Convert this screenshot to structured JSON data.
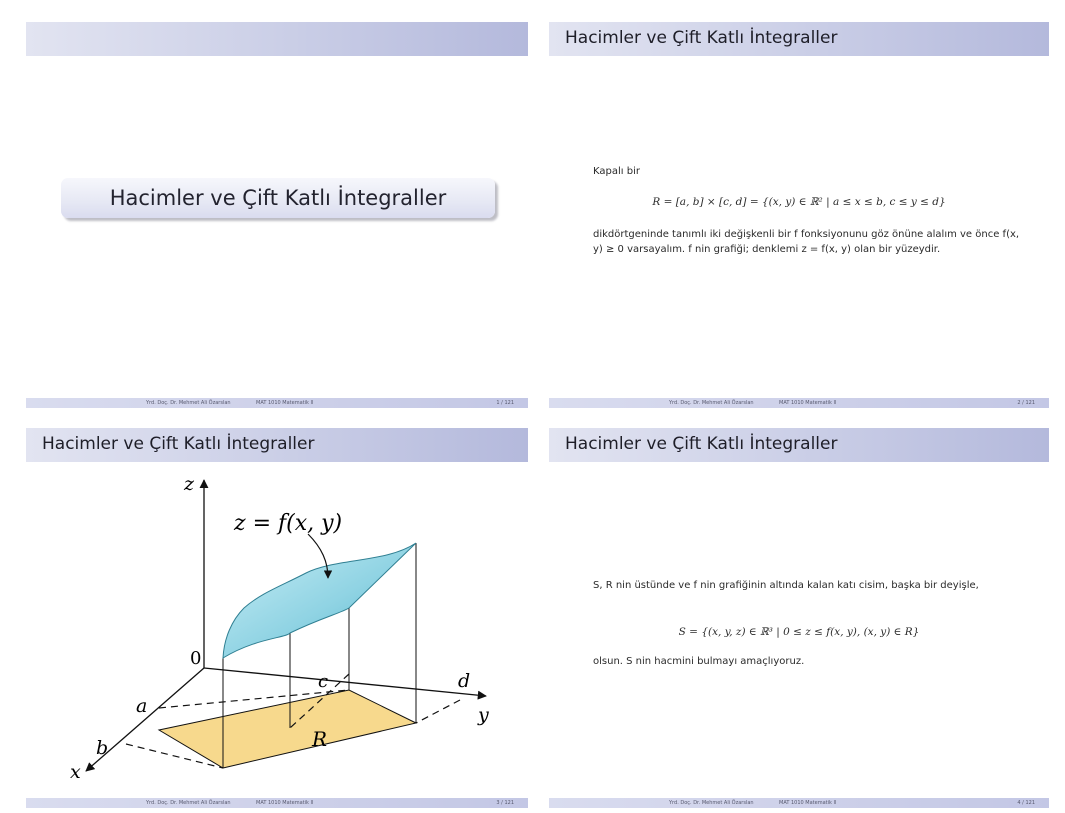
{
  "footer": {
    "author": "Yrd. Doç. Dr. Mehmet Ali Özarslan",
    "course": "MAT 1010 Matematik II"
  },
  "slides": [
    {
      "header_title": "",
      "main_title": "Hacimler ve Çift Katlı İntegraller",
      "page": "1 / 121"
    },
    {
      "header_title": "Hacimler ve Çift Katlı İntegraller",
      "intro": "Kapalı bir",
      "equation": "R = [a, b] × [c, d] = {(x, y) ∈ ℝ² | a ≤ x ≤ b, c ≤ y ≤ d}",
      "paragraph": "dikdörtgeninde tanımlı iki değişkenli bir f fonksiyonunu göz önüne alalım ve önce f(x, y) ≥ 0 varsayalım. f nin grafiği; denklemi z = f(x, y) olan bir yüzeydir.",
      "page": "2 / 121"
    },
    {
      "header_title": "Hacimler ve Çift Katlı İntegraller",
      "figure_labels": {
        "z_axis": "z",
        "y_axis": "y",
        "x_axis": "x",
        "origin": "0",
        "surface": "z = f(x, y)",
        "a": "a",
        "b": "b",
        "c": "c",
        "d": "d",
        "region": "R"
      },
      "colors": {
        "surface": "#8fd3e3",
        "region": "#f7d98d"
      },
      "page": "3 / 121"
    },
    {
      "header_title": "Hacimler ve Çift Katlı İntegraller",
      "paragraph1": "S, R nin üstünde ve f nin grafiğinin altında kalan katı cisim, başka bir deyişle,",
      "equation": "S = {(x, y, z) ∈ ℝ³ | 0 ≤ z ≤ f(x, y),  (x, y) ∈ R}",
      "paragraph2": "olsun. S nin hacmini bulmayı amaçlıyoruz.",
      "page": "4 / 121"
    }
  ]
}
